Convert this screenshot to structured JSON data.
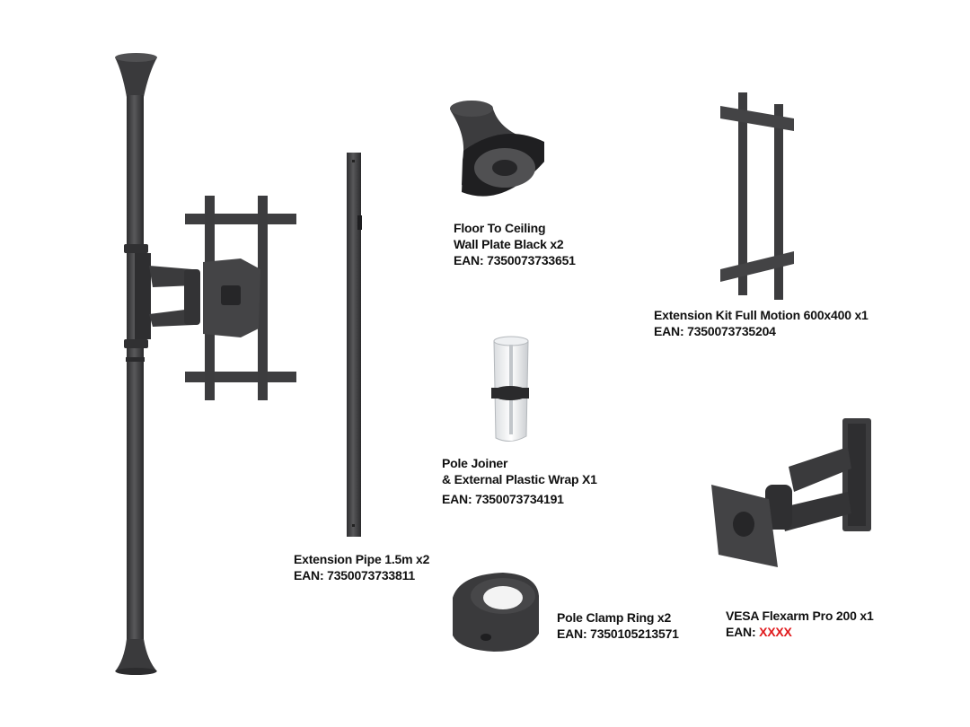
{
  "colors": {
    "metal": "#3f3f41",
    "metal_dark": "#2b2b2d",
    "metal_light": "#6a6a6c",
    "highlight": "#e0191c",
    "text": "#111111"
  },
  "products": {
    "floor_plate": {
      "line1": "Floor To Ceiling",
      "line2": "Wall Plate  Black x2",
      "ean_label": "EAN:",
      "ean": "7350073733651"
    },
    "extension_kit": {
      "line1": "Extension Kit Full Motion 600x400  x1",
      "ean_label": "EAN:",
      "ean": "7350073735204"
    },
    "pole_joiner": {
      "line1": "Pole Joiner",
      "line2": "& External Plastic Wrap X1",
      "ean_label": "EAN:",
      "ean": "7350073734191"
    },
    "extension_pipe": {
      "line1": "Extension Pipe 1.5m x2",
      "ean_label": "EAN:",
      "ean": "7350073733811"
    },
    "clamp_ring": {
      "line1": "Pole Clamp Ring x2",
      "ean_label": "EAN:",
      "ean": "7350105213571"
    },
    "flexarm": {
      "line1": "VESA Flexarm Pro 200  x1",
      "ean_label": "EAN:",
      "ean": "XXXX"
    }
  }
}
